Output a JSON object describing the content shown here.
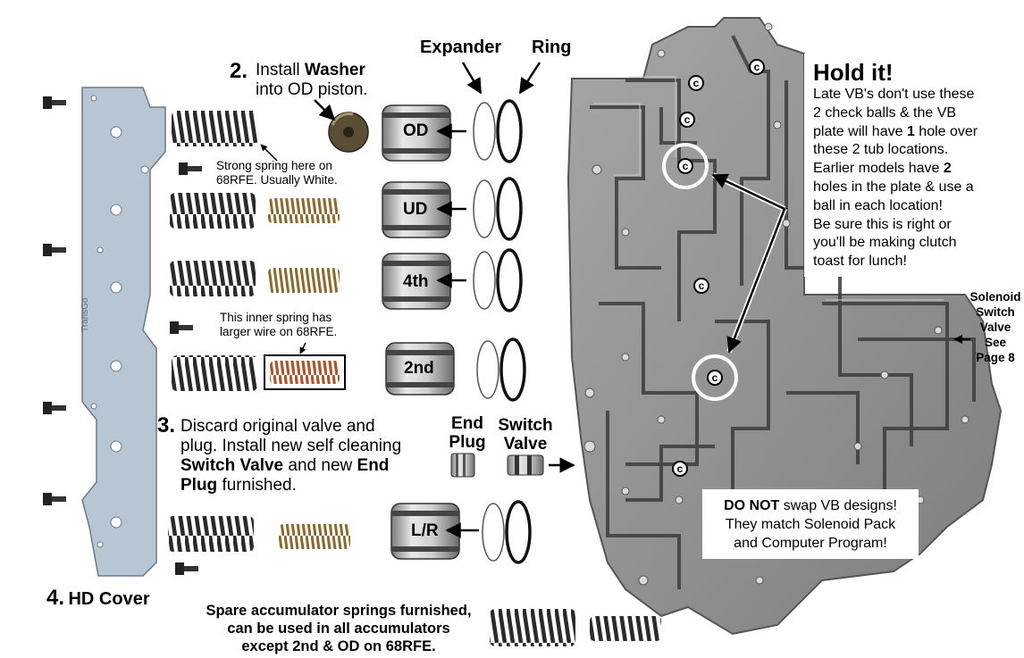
{
  "header": {
    "expander_label": "Expander",
    "ring_label": "Ring"
  },
  "step2": {
    "number": "2.",
    "line1_pre": "Install ",
    "line1_bold": "Washer",
    "line2": "into OD piston."
  },
  "notes": {
    "strong_spring_line1": "Strong spring here on",
    "strong_spring_line2": "68RFE. Usually White.",
    "inner_spring_line1": "This inner spring has",
    "inner_spring_line2": "larger wire on 68RFE."
  },
  "pistons": [
    {
      "label": "OD"
    },
    {
      "label": "UD"
    },
    {
      "label": "4th"
    },
    {
      "label": "2nd"
    },
    {
      "label": "L/R"
    }
  ],
  "step3": {
    "number": "3.",
    "line1": "Discard original valve and",
    "line2": "plug.  Install new self cleaning",
    "line3_bold1": "Switch Valve",
    "line3_mid": " and new ",
    "line3_bold2": "End",
    "line4_bold": "Plug",
    "line4_rest": " furnished."
  },
  "parts": {
    "end_plug_line1": "End",
    "end_plug_line2": "Plug",
    "switch_valve_line1": "Switch",
    "switch_valve_line2": "Valve"
  },
  "step4": {
    "number": "4.",
    "label": "HD Cover"
  },
  "plate_brand": "TransGo",
  "spare": {
    "line1": "Spare accumulator springs furnished,",
    "line2": "can be used in all accumulators",
    "line3_pre": "except 2nd & ",
    "line3_bold": "OD",
    "line3_post": " on 68RFE."
  },
  "hold_it": {
    "title": "Hold it!",
    "line1": "Late VB's don't use these",
    "line2": "2 check balls & the VB",
    "line3_pre": "plate will have ",
    "line3_bold": "1",
    "line3_post": " hole over",
    "line4": "these 2 tub locations.",
    "line5_pre": "Earlier models have ",
    "line5_bold": "2",
    "line6": "holes in the plate & use a",
    "line7": "ball in each location!",
    "line8": "Be sure this is right or",
    "line9": "you'll be making clutch",
    "line10": "toast for lunch!"
  },
  "solenoid_note": {
    "line1": "Solenoid",
    "line2": "Switch",
    "line3": "Valve",
    "line4": "See",
    "line5": "Page 8"
  },
  "warning": {
    "line1_bold": "DO NOT",
    "line1_rest": " swap VB designs!",
    "line2": "They match Solenoid Pack",
    "line3": "and Computer Program!"
  },
  "check_ball_symbol": "c",
  "colors": {
    "plate_blue": "#b8c6d4",
    "valve_body_gray": "#8a8c8e",
    "spring_dark": "#3a3a3a",
    "spring_brass": "#8a6a2a",
    "spring_copper": "#b0552a",
    "piston_silver": "#c8c8c8"
  }
}
